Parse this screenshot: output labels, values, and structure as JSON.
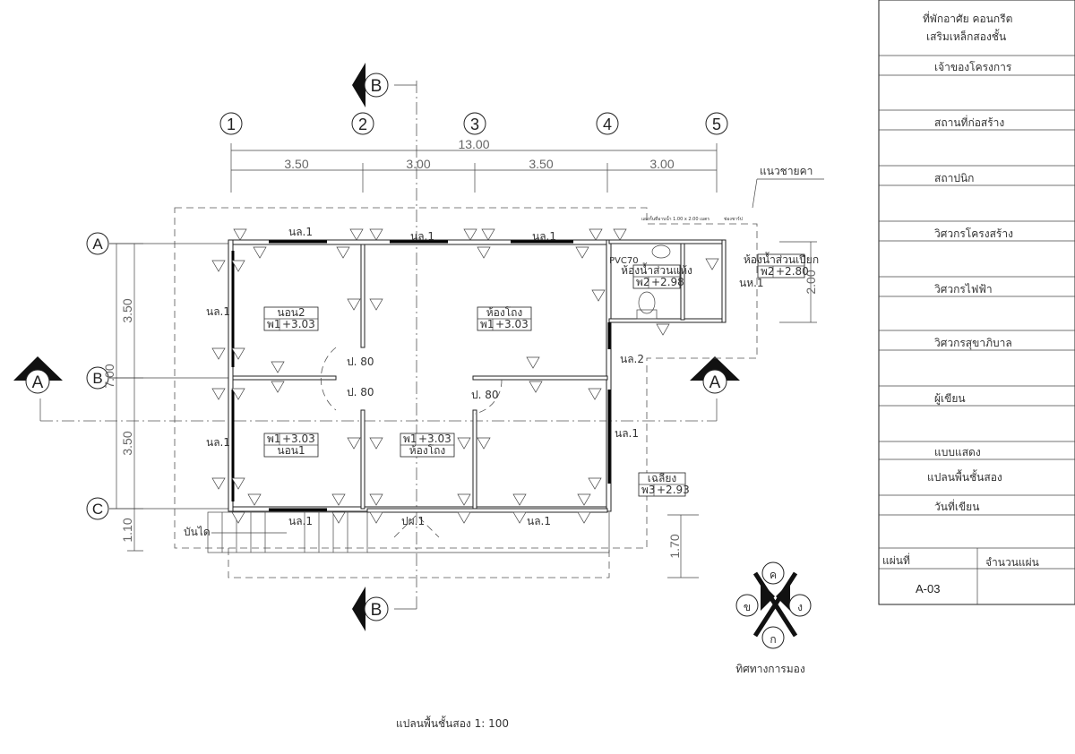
{
  "title_block": {
    "project": [
      "ที่พักอาศัย คอนกรีต",
      "เสริมเหล็กสองชั้น"
    ],
    "owner_label": "เจ้าของโครงการ",
    "site_label": "สถานที่ก่อสร้าง",
    "architect_label": "สถาปนิก",
    "structural_label": "วิศวกรโครงสร้าง",
    "electrical_label": "วิศวกรไฟฟ้า",
    "sanitary_label": "วิศวกรสุขาภิบาล",
    "drafter_label": "ผู้เขียน",
    "drawing_label": "แบบแสดง",
    "drawing_name": "แปลนพื้นชั้นสอง",
    "date_label": "วันที่เขียน",
    "sheet_label": "แผ่นที่",
    "sheet_count_label": "จำนวนแผ่น",
    "sheet_no": "A-03"
  },
  "grid": {
    "columns": [
      "1",
      "2",
      "3",
      "4",
      "5"
    ],
    "rows": [
      "A",
      "B",
      "C"
    ]
  },
  "dimensions": {
    "total": "13.00",
    "spans": [
      "3.50",
      "3.00",
      "3.50",
      "3.00"
    ],
    "rows": [
      "3.50",
      "3.50",
      "1.10"
    ],
    "total_rows": "7.00",
    "bath": "2.00",
    "balcony": "1.70"
  },
  "sections": {
    "a": "A",
    "b": "B"
  },
  "rooms": [
    {
      "name": "นอน2",
      "floor": "พ1",
      "level": "+3.03"
    },
    {
      "name": "ห้องโถง",
      "floor": "พ1",
      "level": "+3.03"
    },
    {
      "name": "นอน1",
      "floor": "พ1",
      "level": "+3.03"
    },
    {
      "name": "ห้องโถง",
      "floor": "พ1",
      "level": "+3.03"
    },
    {
      "name": "ห้องน้ำส่วนแห้ง",
      "floor": "พ2",
      "level": "+2.98"
    },
    {
      "name": "ห้องน้ำส่วนเปียก",
      "floor": "พ2",
      "level": "+2.80"
    },
    {
      "name": "เฉลียง",
      "floor": "พ3",
      "level": "+2.93"
    }
  ],
  "labels": {
    "eave": "แนวชายคา",
    "window1": "นล.1",
    "window2": "นล.2",
    "bath_window": "นห.1",
    "door80": "ป. 80",
    "door_main": "ปผ.1",
    "stairs": "บันได",
    "pvc": "PVC70",
    "water_tank": "แผงกั้นที่อาบน้ำ 1.00 x 2.00 เมตร",
    "shaft": "ช่องชาร์ป"
  },
  "compass": {
    "n": "ค",
    "w": "ข",
    "e": "ง",
    "s": "ก",
    "caption": "ทิศทางการมอง"
  },
  "drawing_title": "แปลนพื้นชั้นสอง 1: 100"
}
